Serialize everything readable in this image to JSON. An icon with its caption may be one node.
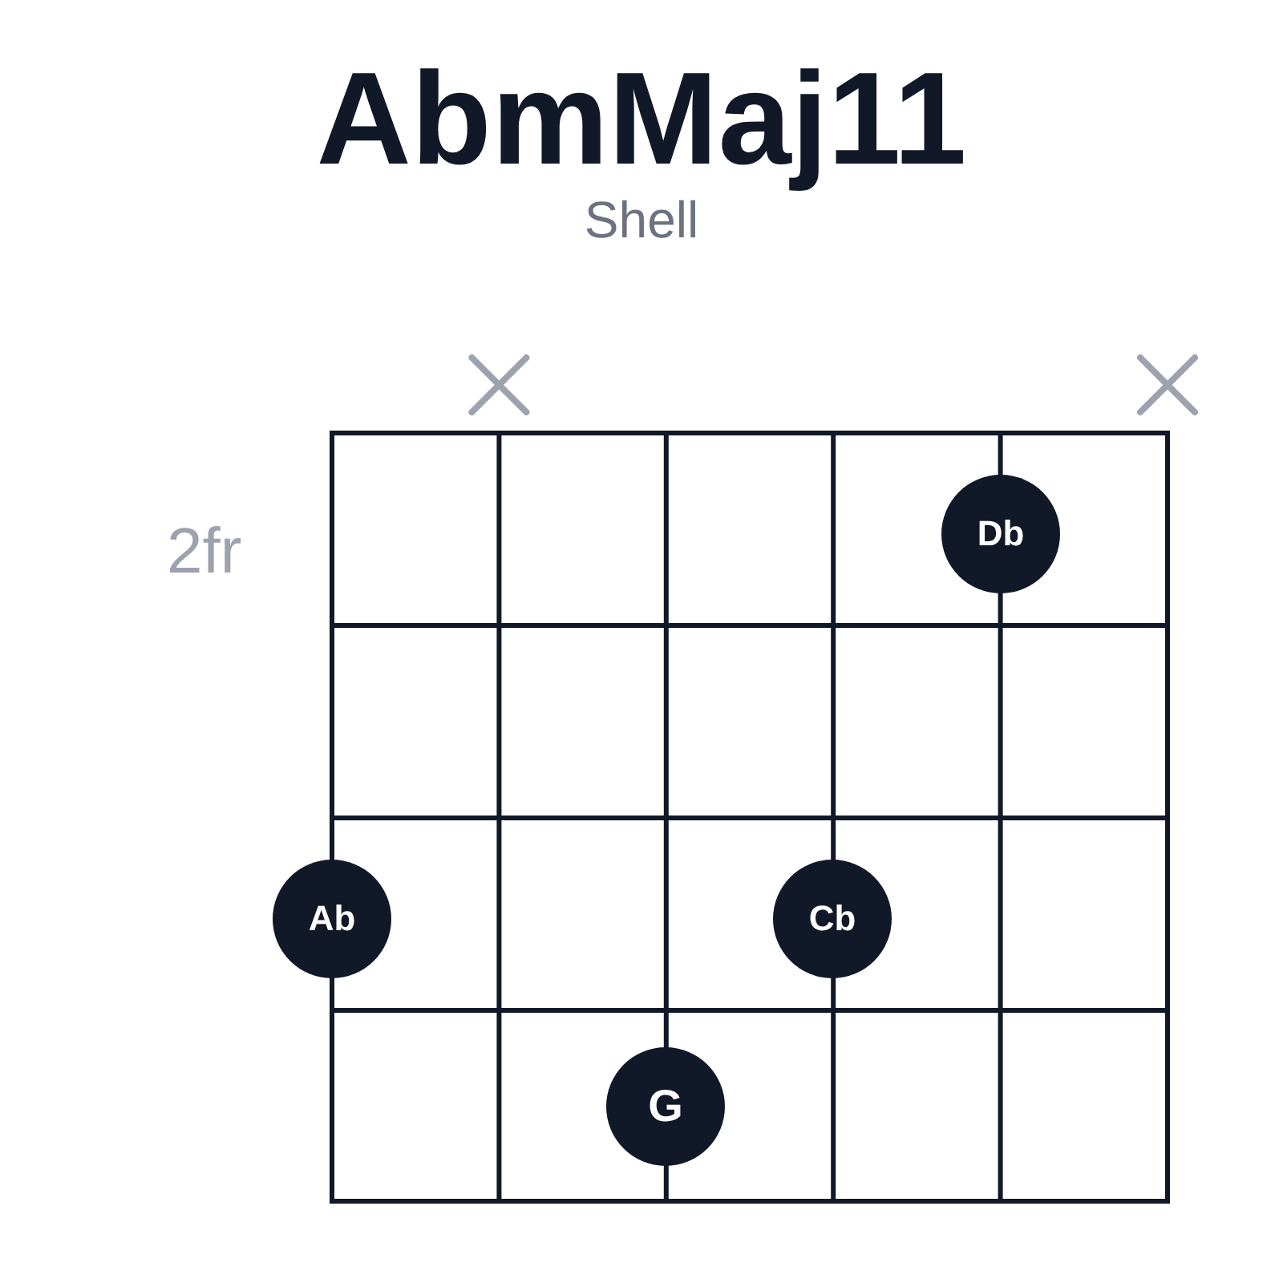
{
  "diagram": {
    "title": "AbmMaj11",
    "nodes": [
      {
        "text": [
          "Db"
        ]
      },
      {
        "text": [
          "Ab"
        ]
      },
      {
        "text": [
          "Cb"
        ]
      },
      {
        "text": [
          "G"
        ]
      }
    ],
    "labels": [
      "Shell",
      "2fr"
    ]
  }
}
